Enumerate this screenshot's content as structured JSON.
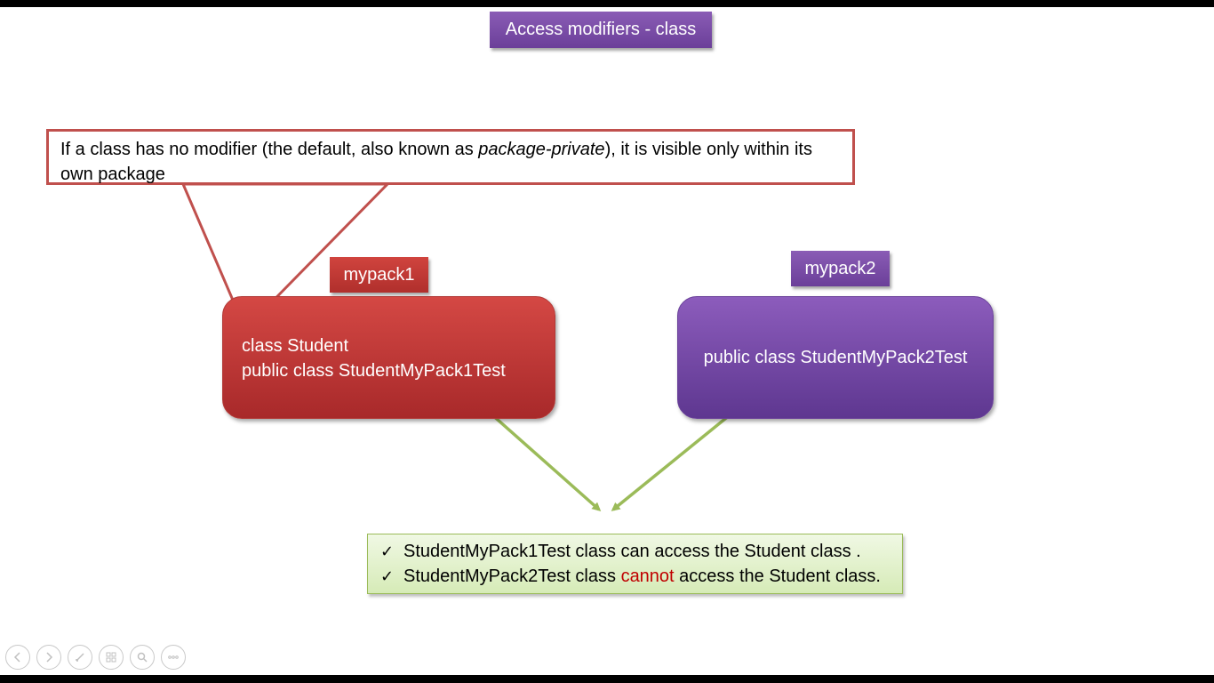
{
  "title": "Access modifiers - class",
  "callout": {
    "text_before": "If a class has no modifier (the default, also known as ",
    "text_italic": "package-private",
    "text_after": "), it is visible only within its own package"
  },
  "packages": [
    {
      "name": "mypack1",
      "classes": [
        "class Student",
        "public class StudentMyPack1Test"
      ],
      "color": "#c0504d"
    },
    {
      "name": "mypack2",
      "classes": [
        "public class StudentMyPack2Test"
      ],
      "color": "#7b52ab"
    }
  ],
  "results": [
    {
      "check": "✓",
      "text": "StudentMyPack1Test class can access the Student class ."
    },
    {
      "check": "✓",
      "before": "StudentMyPack2Test class ",
      "highlight": "cannot",
      "after": " access the Student class."
    }
  ],
  "colors": {
    "arrow": "#9bbb59",
    "callout_border": "#c0504d",
    "negative": "#c00000"
  },
  "nav_icons": [
    "previous-icon",
    "next-icon",
    "pen-icon",
    "slides-icon",
    "zoom-icon",
    "more-icon"
  ]
}
